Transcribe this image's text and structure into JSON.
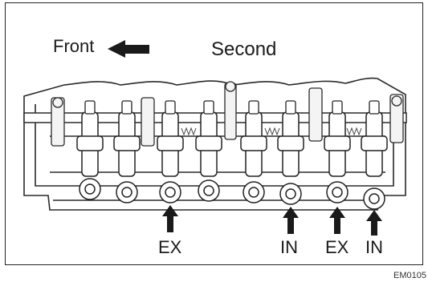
{
  "labels": {
    "front": "Front",
    "second": "Second",
    "ex_1": "EX",
    "in_1": "IN",
    "ex_2": "EX",
    "in_2": "IN",
    "figure_code": "EM0105"
  },
  "icons": {
    "direction_arrow": "arrow-left-icon",
    "pointer_arrows": "arrow-up-icon"
  },
  "colors": {
    "ink": "#1a1a1a",
    "background": "#ffffff"
  }
}
